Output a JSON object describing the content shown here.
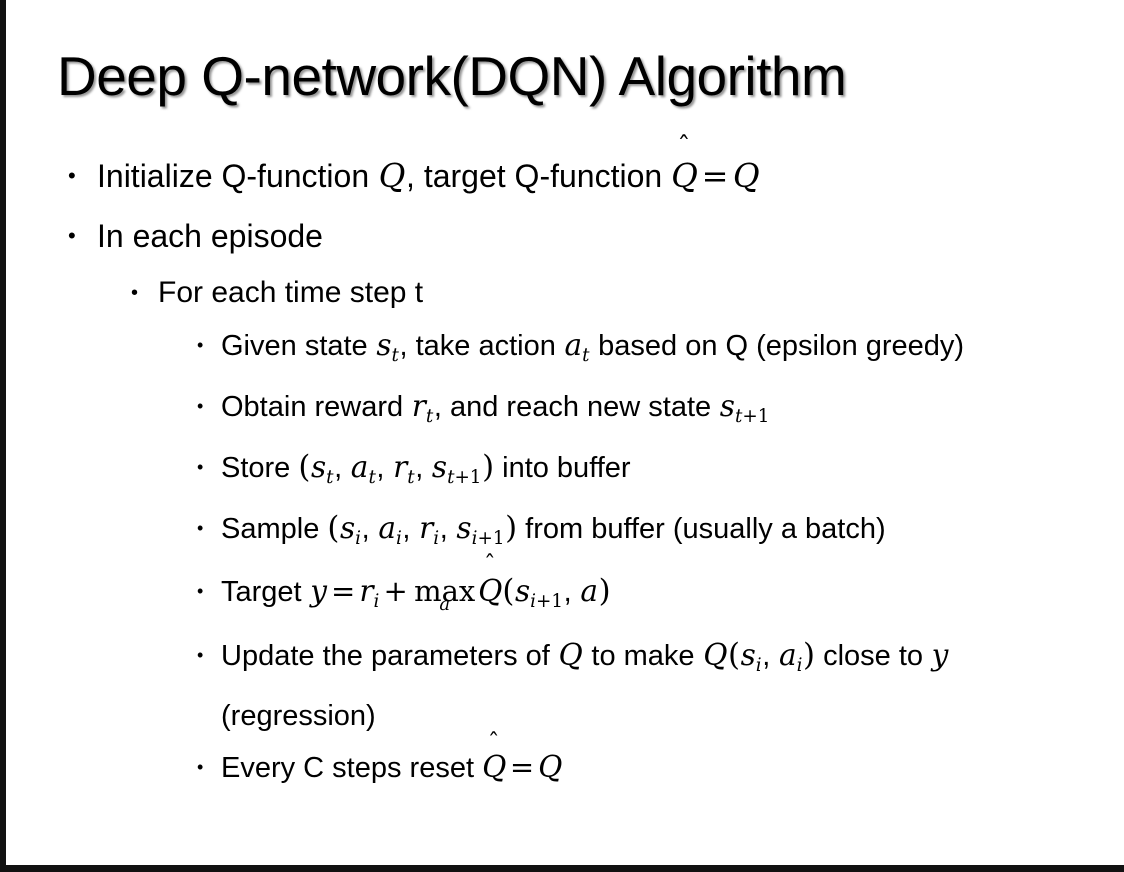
{
  "slide": {
    "title": "Deep Q-network(DQN) Algorithm",
    "background_color": "#ffffff",
    "text_color": "#000000",
    "edge_color": "#111111",
    "bullet_glyph": "•"
  },
  "content": [
    {
      "level": 1,
      "id": "initialize",
      "text": "Initialize Q-function Q, target Q-function Q̂ = Q",
      "segments": [
        {
          "t": "text",
          "v": "Initialize Q-function "
        },
        {
          "t": "math",
          "v": "Q"
        },
        {
          "t": "text",
          "v": ", target Q-function "
        },
        {
          "t": "qhat",
          "v": "Q"
        },
        {
          "t": "op",
          "v": "="
        },
        {
          "t": "math",
          "v": "Q"
        }
      ]
    },
    {
      "level": 1,
      "id": "in-each-episode",
      "text": "In each episode",
      "segments": [
        {
          "t": "text",
          "v": "In each episode"
        }
      ]
    },
    {
      "level": 2,
      "id": "for-each-time-step",
      "text": "For each time step t",
      "segments": [
        {
          "t": "text",
          "v": "For each time step t"
        }
      ]
    },
    {
      "level": 3,
      "id": "given-state",
      "text": "Given state s_t, take action a_t based on Q (epsilon greedy)",
      "segments": [
        {
          "t": "text",
          "v": "Given state "
        },
        {
          "t": "math",
          "v": "s",
          "sub": "t"
        },
        {
          "t": "text",
          "v": ", take action "
        },
        {
          "t": "math",
          "v": "a",
          "sub": "t"
        },
        {
          "t": "text",
          "v": " based on Q (epsilon greedy)"
        }
      ]
    },
    {
      "level": 3,
      "id": "obtain-reward",
      "text": "Obtain reward r_t, and reach new state s_t+1",
      "segments": [
        {
          "t": "text",
          "v": "Obtain reward "
        },
        {
          "t": "math",
          "v": "r",
          "sub": "t"
        },
        {
          "t": "text",
          "v": ", and reach new state "
        },
        {
          "t": "math",
          "v": "s",
          "sub": "t+1"
        }
      ]
    },
    {
      "level": 3,
      "id": "store-transition",
      "text": "Store (s_t, a_t, r_t, s_t+1) into buffer",
      "segments": [
        {
          "t": "text",
          "v": "Store "
        },
        {
          "t": "paren",
          "v": "("
        },
        {
          "t": "math",
          "v": "s",
          "sub": "t"
        },
        {
          "t": "text",
          "v": ", "
        },
        {
          "t": "math",
          "v": "a",
          "sub": "t"
        },
        {
          "t": "text",
          "v": ", "
        },
        {
          "t": "math",
          "v": "r",
          "sub": "t"
        },
        {
          "t": "text",
          "v": ", "
        },
        {
          "t": "math",
          "v": "s",
          "sub": "t+1"
        },
        {
          "t": "paren",
          "v": ")"
        },
        {
          "t": "text",
          "v": " into buffer"
        }
      ]
    },
    {
      "level": 3,
      "id": "sample-batch",
      "text": "Sample (s_i, a_i, r_i, s_i+1) from buffer (usually a batch)",
      "segments": [
        {
          "t": "text",
          "v": "Sample "
        },
        {
          "t": "paren",
          "v": "("
        },
        {
          "t": "math",
          "v": "s",
          "sub": "i"
        },
        {
          "t": "text",
          "v": ", "
        },
        {
          "t": "math",
          "v": "a",
          "sub": "i"
        },
        {
          "t": "text",
          "v": ", "
        },
        {
          "t": "math",
          "v": "r",
          "sub": "i"
        },
        {
          "t": "text",
          "v": ", "
        },
        {
          "t": "math",
          "v": "s",
          "sub": "i+1"
        },
        {
          "t": "paren",
          "v": ")"
        },
        {
          "t": "text",
          "v": " from buffer (usually a batch)"
        }
      ]
    },
    {
      "level": 3,
      "id": "target-equation",
      "text": "Target y = r_i + max_a Q̂(s_i+1, a)",
      "segments": [
        {
          "t": "text",
          "v": "Target "
        },
        {
          "t": "math",
          "v": "y"
        },
        {
          "t": "op",
          "v": "="
        },
        {
          "t": "math",
          "v": "r",
          "sub": "i"
        },
        {
          "t": "op",
          "v": "+"
        },
        {
          "t": "maxop",
          "v": "max",
          "under": "a"
        },
        {
          "t": "qhat",
          "v": "Q"
        },
        {
          "t": "paren",
          "v": "("
        },
        {
          "t": "math",
          "v": "s",
          "sub": "i+1"
        },
        {
          "t": "text",
          "v": ", "
        },
        {
          "t": "math",
          "v": "a"
        },
        {
          "t": "paren",
          "v": ")"
        }
      ]
    },
    {
      "level": 3,
      "id": "update-parameters",
      "text": "Update the parameters of Q to make Q(s_i, a_i) close to y (regression)",
      "segments": [
        {
          "t": "text",
          "v": "Update the parameters of "
        },
        {
          "t": "math",
          "v": "Q"
        },
        {
          "t": "text",
          "v": " to make "
        },
        {
          "t": "math",
          "v": "Q"
        },
        {
          "t": "paren",
          "v": "("
        },
        {
          "t": "math",
          "v": "s",
          "sub": "i"
        },
        {
          "t": "text",
          "v": ", "
        },
        {
          "t": "math",
          "v": "a",
          "sub": "i"
        },
        {
          "t": "paren",
          "v": ")"
        },
        {
          "t": "text",
          "v": " close to "
        },
        {
          "t": "math",
          "v": "y"
        },
        {
          "t": "text",
          "v": " (regression)"
        }
      ]
    },
    {
      "level": 3,
      "id": "reset-target-network",
      "text": "Every C steps reset Q̂ = Q",
      "segments": [
        {
          "t": "text",
          "v": "Every C steps reset "
        },
        {
          "t": "qhat",
          "v": "Q"
        },
        {
          "t": "op",
          "v": "="
        },
        {
          "t": "math",
          "v": "Q"
        }
      ]
    }
  ]
}
